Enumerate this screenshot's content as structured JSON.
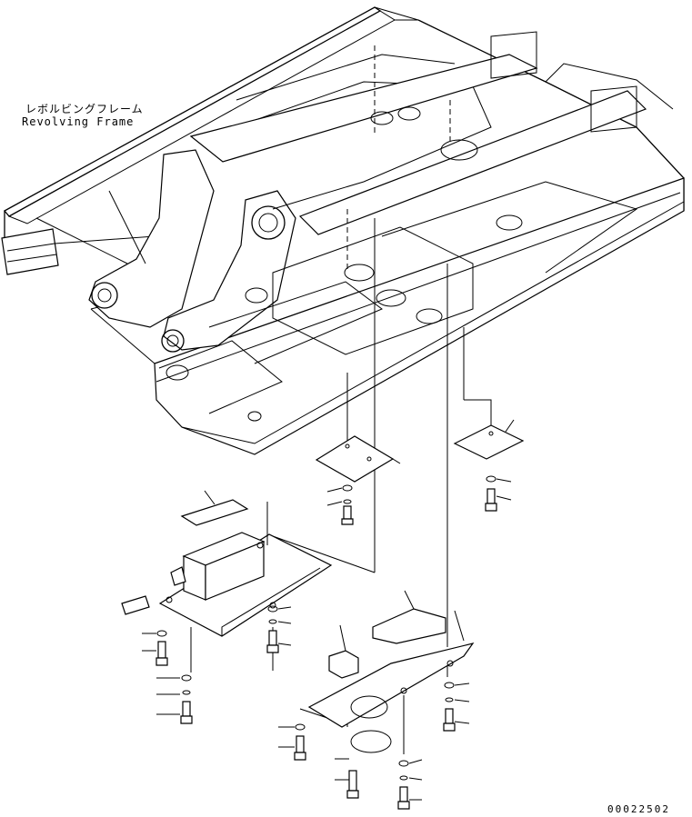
{
  "labels": {
    "frame_name_jp": "レボルビングフレーム",
    "frame_name_en": "Revolving Frame",
    "drawing_code": "00022502"
  },
  "colors": {
    "ink": "#000000",
    "paper": "#ffffff"
  }
}
